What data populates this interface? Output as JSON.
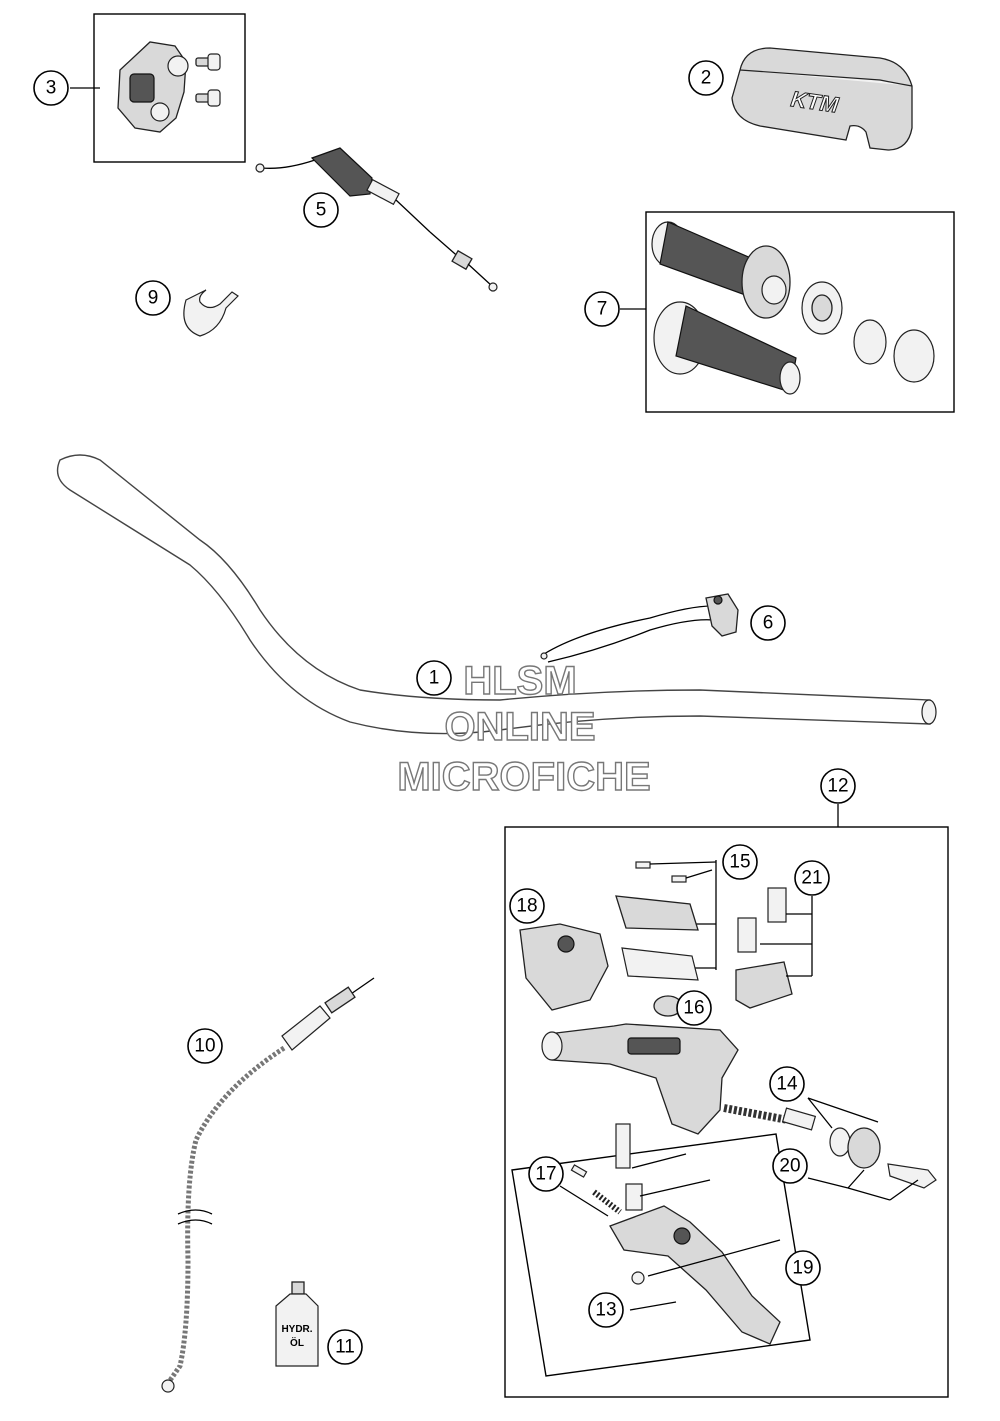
{
  "callouts": {
    "c1": "1",
    "c2": "2",
    "c3": "3",
    "c5": "5",
    "c6": "6",
    "c7": "7",
    "c9": "9",
    "c10": "10",
    "c11": "11",
    "c12": "12",
    "c13": "13",
    "c14": "14",
    "c15": "15",
    "c16": "16",
    "c17": "17",
    "c18": "18",
    "c19": "19",
    "c20": "20",
    "c21": "21"
  },
  "watermark": {
    "line1": "HLSM",
    "line2": "ONLINE",
    "line3": "MICROFICHE"
  },
  "labels": {
    "brand_on_pad": "KTM",
    "bottle_line1": "HYDR.",
    "bottle_line2": "ÖL"
  }
}
